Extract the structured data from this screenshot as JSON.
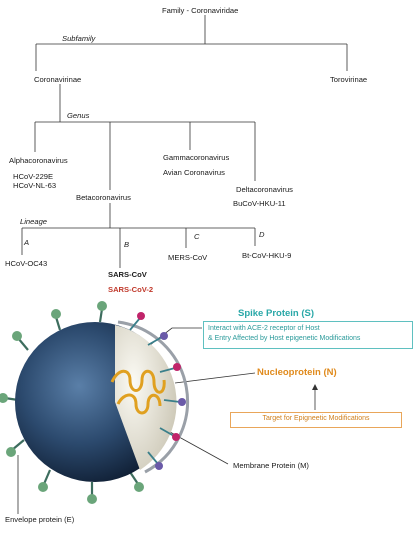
{
  "tree": {
    "family": "Family - Coronaviridae",
    "subfamily_label": "Subfamily",
    "subfamilies": [
      "Coronavirinae",
      "Torovirinae"
    ],
    "genus_label": "Genus",
    "genera": {
      "alpha": {
        "name": "Alphacoronavirus",
        "members": [
          "HCoV-229E",
          "HCoV-NL-63"
        ]
      },
      "beta": {
        "name": "Betacoronavirus"
      },
      "gamma": {
        "name": "Gammacoronavirus",
        "members": [
          "Avian Coronavirus"
        ]
      },
      "delta": {
        "name": "Deltacoronavirus",
        "members": [
          "BuCoV-HKU-11"
        ]
      }
    },
    "lineage_label": "Lineage",
    "lineages": [
      {
        "letter": "A",
        "members": [
          "HCoV-OC43"
        ]
      },
      {
        "letter": "B",
        "members": [
          "SARS-CoV",
          "SARS-CoV-2"
        ]
      },
      {
        "letter": "C",
        "members": [
          "MERS-CoV"
        ]
      },
      {
        "letter": "D",
        "members": [
          "Bt-CoV-HKU-9"
        ]
      }
    ]
  },
  "virus": {
    "spike_title": "Spike Protein (S)",
    "spike_note": [
      "Interact with ACE-2 receptor of Host",
      "& Entry Affected by Host epigenetic Modifications"
    ],
    "nucleo_title": "Nucleoprotein (N)",
    "nucleo_note": "Target for Epigneetic Modifications",
    "membrane": "Membrane Protein (M)",
    "envelope": "Envelope protein (E)"
  },
  "colors": {
    "spike": "#2aa8a8",
    "nucleo": "#e08a1c",
    "sars2": "#c0392b",
    "virus_body": "#2c4a6e"
  }
}
